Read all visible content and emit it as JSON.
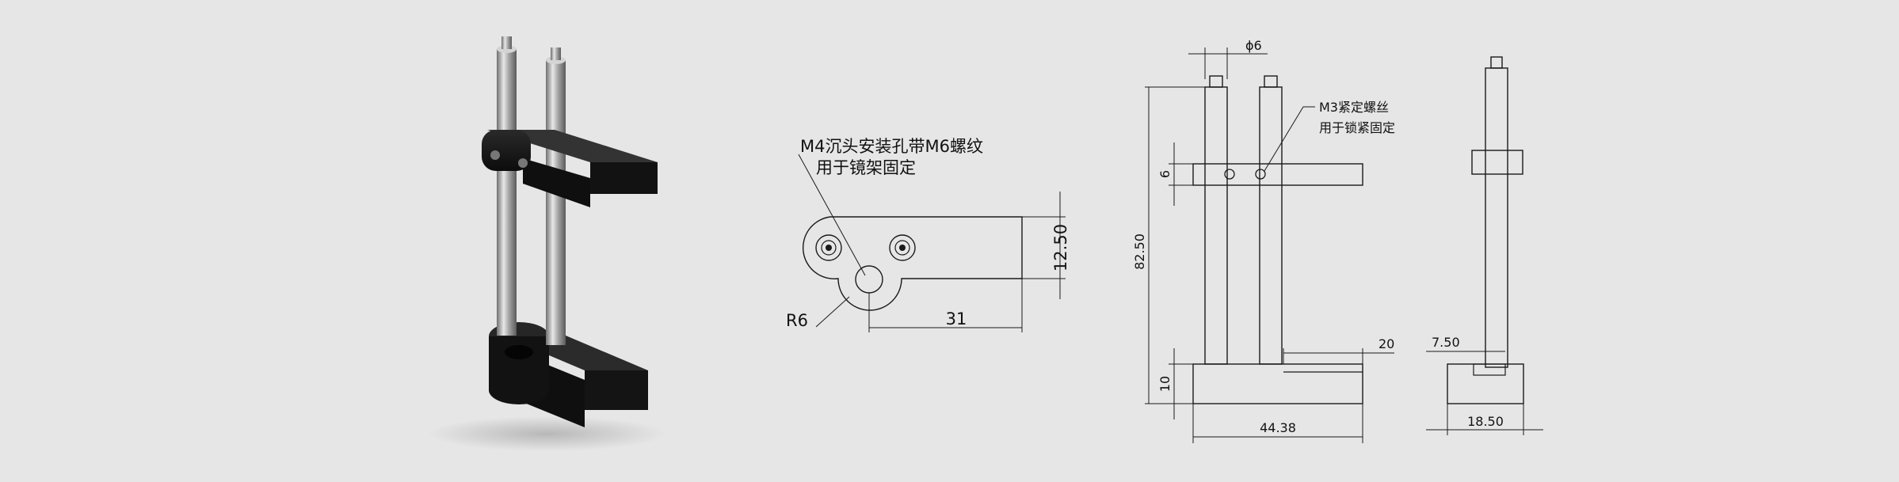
{
  "colors": {
    "background": "#e6e6e6",
    "line": "#1a1a1a",
    "anodized_black": "#151515",
    "steel": "#b9b9b9"
  },
  "render": {
    "title": "3D render of optical post mount"
  },
  "top_view": {
    "note_line1": "M4沉头安装孔带M6螺纹",
    "note_line2": "用于镜架固定",
    "dim_width": "12.50",
    "dim_length": "31",
    "dim_radius": "R6"
  },
  "front_view": {
    "dim_diameter": "ϕ6",
    "dim_height": "82.50",
    "dim_clamp_thickness": "6",
    "dim_base_thickness": "10",
    "dim_slot": "20",
    "dim_base_length": "44.38",
    "note_line1": "M3紧定螺丝",
    "note_line2": "用于锁紧固定"
  },
  "side_view": {
    "dim_offset": "7.50",
    "dim_width": "18.50"
  }
}
